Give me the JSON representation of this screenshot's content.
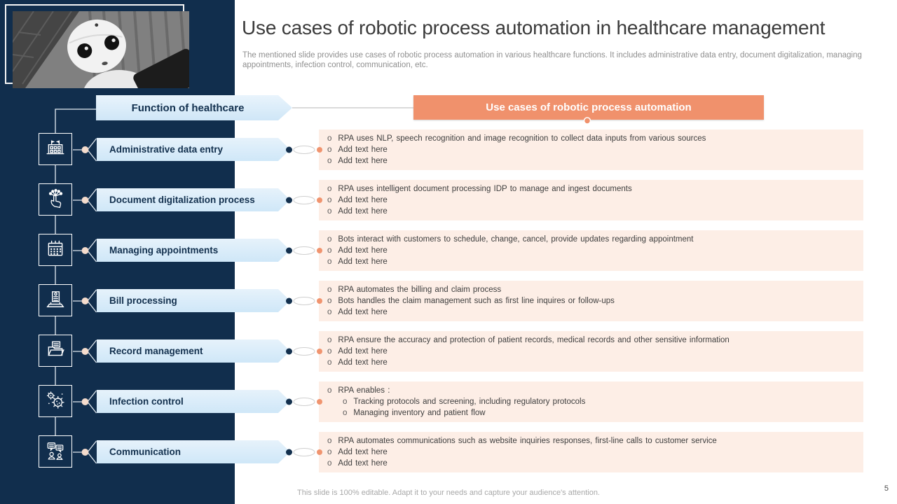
{
  "colors": {
    "navy": "#112e4d",
    "light_blue": "#d7eaf8",
    "orange": "#f0916c",
    "peach_box": "#fdeee6",
    "connector_pink": "#f5dccd"
  },
  "slide": {
    "title": "Use cases of robotic process automation in healthcare management",
    "subtitle": "The mentioned slide provides use cases of robotic process automation in various healthcare functions. It includes administrative data entry,  document digitalization, managing appointments, infection control, communication, etc.",
    "footer": "This slide is 100% editable. Adapt it to your needs and capture your audience's attention.",
    "page_number": "5"
  },
  "headers": {
    "function_label": "Function of healthcare",
    "use_cases_label": "Use cases of robotic process automation"
  },
  "rows": [
    {
      "label": "Administrative data entry",
      "icon": "hospital-building-icon",
      "bullets": [
        {
          "text": "RPA uses NLP, speech recognition and image recognition to collect data inputs from various sources",
          "sub": false
        },
        {
          "text": "Add text here",
          "sub": false
        },
        {
          "text": "Add text here",
          "sub": false
        }
      ]
    },
    {
      "label": "Document digitalization process",
      "icon": "digital-touch-icon",
      "bullets": [
        {
          "text": "RPA uses intelligent document processing IDP to manage and ingest documents",
          "sub": false
        },
        {
          "text": "Add text here",
          "sub": false
        },
        {
          "text": "Add text here",
          "sub": false
        }
      ]
    },
    {
      "label": "Managing appointments",
      "icon": "calendar-icon",
      "bullets": [
        {
          "text": "Bots interact with customers to schedule, change, cancel, provide updates regarding appointment",
          "sub": false
        },
        {
          "text": "Add text here",
          "sub": false
        },
        {
          "text": "Add text here",
          "sub": false
        }
      ]
    },
    {
      "label": "Bill processing",
      "icon": "billing-icon",
      "bullets": [
        {
          "text": "RPA automates the billing and claim process",
          "sub": false
        },
        {
          "text": "Bots handles the claim management such as first line inquires or follow-ups",
          "sub": false
        },
        {
          "text": "Add text here",
          "sub": false
        }
      ]
    },
    {
      "label": "Record management",
      "icon": "records-folder-icon",
      "bullets": [
        {
          "text": "RPA ensure the accuracy and protection of patient records, medical records and other sensitive information",
          "sub": false
        },
        {
          "text": "Add text here",
          "sub": false
        },
        {
          "text": "Add text here",
          "sub": false
        }
      ]
    },
    {
      "label": "Infection control",
      "icon": "infection-germs-icon",
      "bullets": [
        {
          "text": "RPA enables :",
          "sub": false
        },
        {
          "text": "Tracking protocols and screening, including regulatory protocols",
          "sub": true
        },
        {
          "text": "Managing inventory and patient flow",
          "sub": true
        }
      ]
    },
    {
      "label": "Communication",
      "icon": "communication-icon",
      "bullets": [
        {
          "text": "RPA automates communications such as website inquiries responses, first-line calls to customer service",
          "sub": false
        },
        {
          "text": "Add text here",
          "sub": false
        },
        {
          "text": "Add text here",
          "sub": false
        }
      ]
    }
  ]
}
